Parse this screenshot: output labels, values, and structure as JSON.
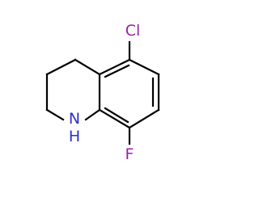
{
  "structure": {
    "atoms": [
      {
        "id": "cl",
        "symbol": "Cl",
        "label": "Cl",
        "color": "#9B1FA8"
      },
      {
        "id": "n",
        "symbol": "N",
        "label": "N",
        "color": "#3030D0"
      },
      {
        "id": "h",
        "symbol": "H",
        "label": "H",
        "color": "#3030D0"
      },
      {
        "id": "f",
        "symbol": "F",
        "label": "F",
        "color": "#9B1FA8"
      }
    ],
    "bond_color": "#000000"
  }
}
